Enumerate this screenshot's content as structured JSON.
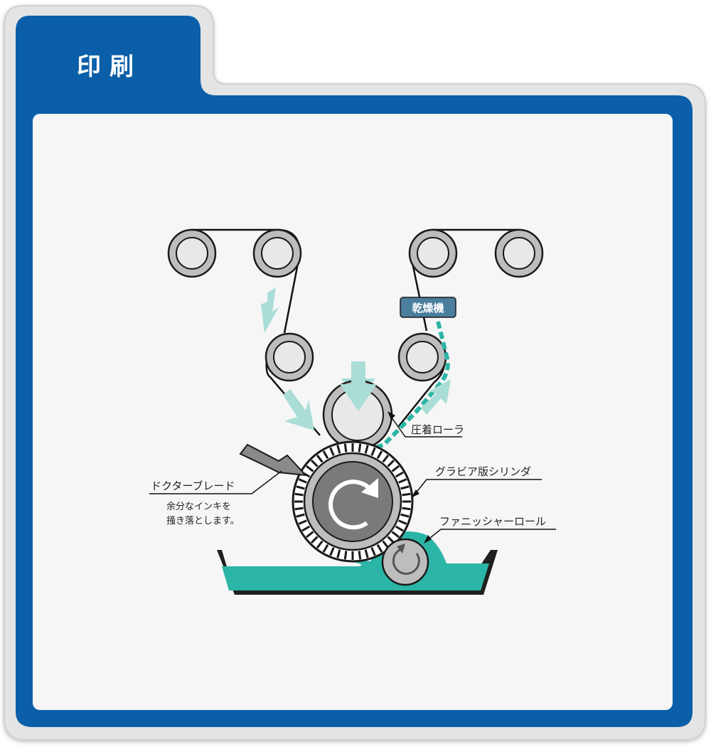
{
  "panel": {
    "title": "印刷",
    "colors": {
      "frame_blue": "#0a5fa8",
      "frame_outer": "#e6e6e6",
      "panel_bg": "#f6f6f6"
    }
  },
  "diagram": {
    "dryer_label": "乾燥機",
    "pressure_roller_label": "圧着ローラ",
    "gravure_cylinder_label": "グラビア版シリンダ",
    "doctor_blade_label": "ドクターブレード",
    "doctor_blade_note_line1": "余分なインキを",
    "doctor_blade_note_line2": "掻き落とします。",
    "fountain_roll_label": "ファニッシャーロール",
    "colors": {
      "ink": "#2bb5a6",
      "arrow": "#a9ddd6",
      "roller_fill": "#bdbdbd",
      "roller_core": "#e8e8e8",
      "cylinder_core": "#7a7a7a",
      "dryer_box": "#4a7e9c"
    },
    "icons": [
      "rotation-arrow-icon",
      "rotation-arrow-icon-small",
      "flow-arrow-icon",
      "press-arrow-icon"
    ]
  }
}
